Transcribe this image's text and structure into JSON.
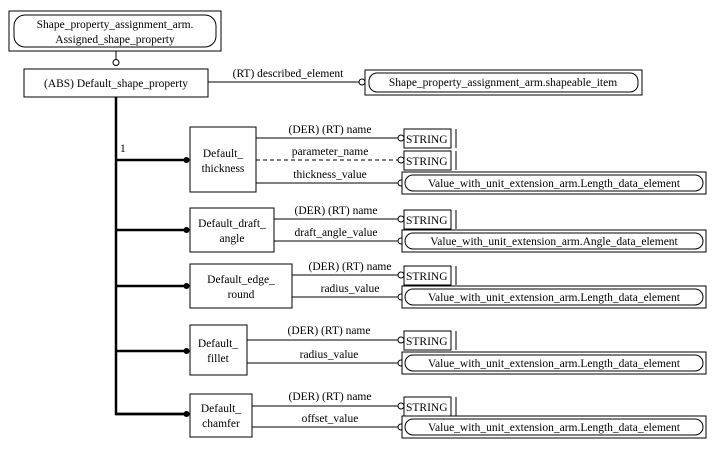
{
  "top_entity": {
    "line1": "Shape_property_assignment_arm.",
    "line2": "Assigned_shape_property"
  },
  "main_entity": "(ABS) Default_shape_property",
  "described_element": {
    "label": "(RT) described_element",
    "target": "Shape_property_assignment_arm.shapeable_item"
  },
  "cardinality": "1",
  "subtypes": [
    {
      "line1": "Default_",
      "line2": "thickness",
      "attrs": [
        {
          "label": "(DER) (RT) name",
          "target": "STRING",
          "kind": "simple"
        },
        {
          "label": "parameter_name",
          "target": "STRING",
          "kind": "simple",
          "dashed": true
        },
        {
          "label": "thickness_value",
          "target": "Value_with_unit_extension_arm.Length_data_element",
          "kind": "select"
        }
      ]
    },
    {
      "line1": "Default_draft_",
      "line2": "angle",
      "attrs": [
        {
          "label": "(DER) (RT) name",
          "target": "STRING",
          "kind": "simple"
        },
        {
          "label": "draft_angle_value",
          "target": "Value_with_unit_extension_arm.Angle_data_element",
          "kind": "select"
        }
      ]
    },
    {
      "line1": "Default_edge_",
      "line2": "round",
      "attrs": [
        {
          "label": "(DER) (RT) name",
          "target": "STRING",
          "kind": "simple"
        },
        {
          "label": "radius_value",
          "target": "Value_with_unit_extension_arm.Length_data_element",
          "kind": "select"
        }
      ]
    },
    {
      "line1": "Default_",
      "line2": "fillet",
      "attrs": [
        {
          "label": "(DER) (RT) name",
          "target": "STRING",
          "kind": "simple"
        },
        {
          "label": "radius_value",
          "target": "Value_with_unit_extension_arm.Length_data_element",
          "kind": "select"
        }
      ]
    },
    {
      "line1": "Default_",
      "line2": "chamfer",
      "attrs": [
        {
          "label": "(DER) (RT) name",
          "target": "STRING",
          "kind": "simple"
        },
        {
          "label": "offset_value",
          "target": "Value_with_unit_extension_arm.Length_data_element",
          "kind": "select"
        }
      ]
    }
  ]
}
